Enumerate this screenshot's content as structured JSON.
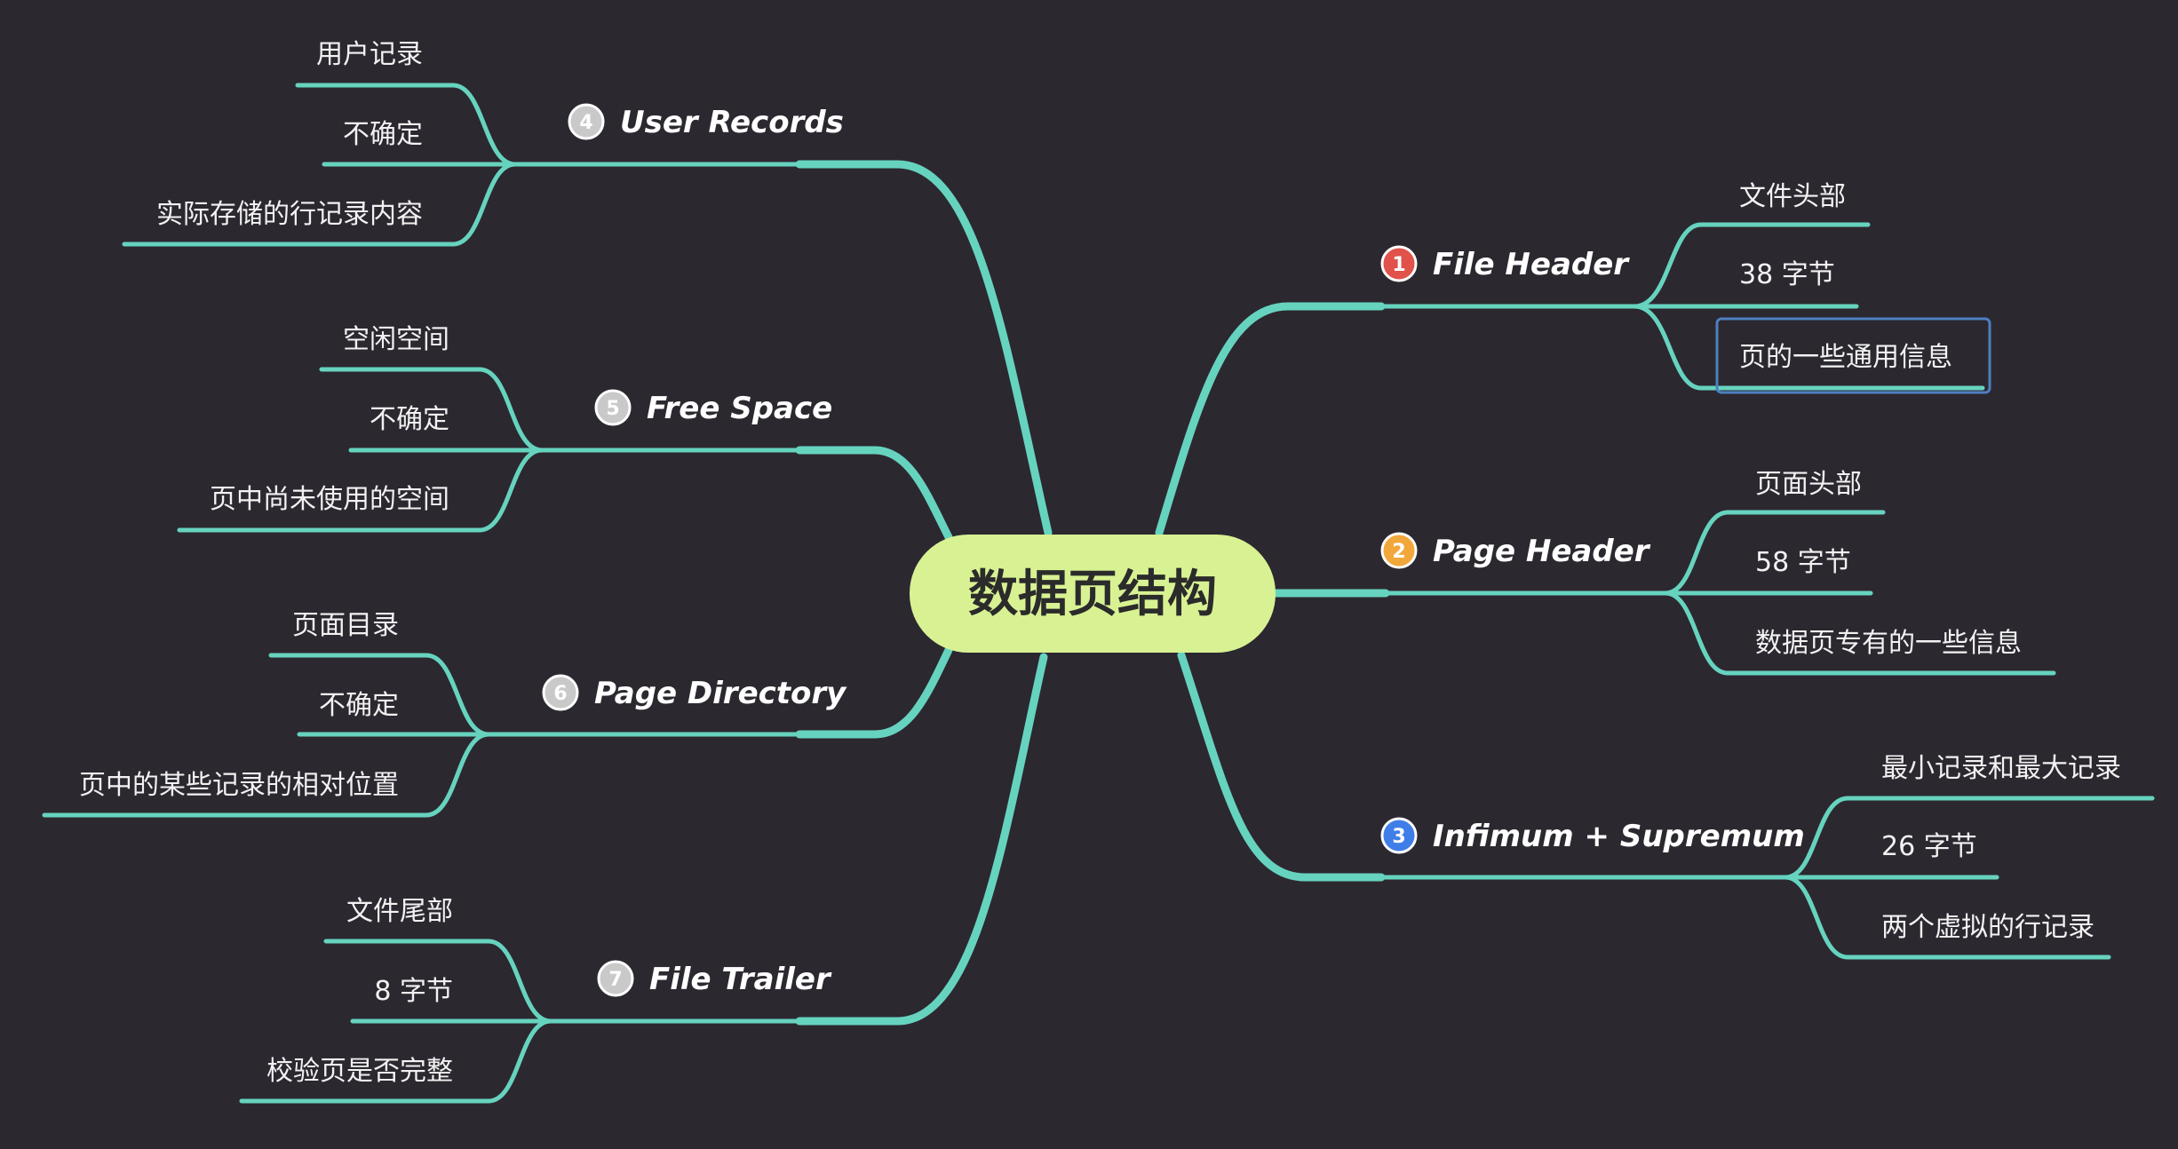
{
  "root": {
    "label": "数据页结构",
    "color": "#d8f293"
  },
  "accent_color": "#66d3bf",
  "topics": [
    {
      "num": "1",
      "label": "File Header",
      "badge_color": "#e0524a",
      "children": [
        "文件头部",
        "38 字节",
        "页的一些通用信息"
      ],
      "selected_child": 2
    },
    {
      "num": "2",
      "label": "Page Header",
      "badge_color": "#f2a73b",
      "children": [
        "页面头部",
        "58 字节",
        "数据页专有的一些信息"
      ]
    },
    {
      "num": "3",
      "label": "Infimum + Supremum",
      "badge_color": "#3f7ee8",
      "children": [
        "最小记录和最大记录",
        "26 字节",
        "两个虚拟的行记录"
      ]
    },
    {
      "num": "4",
      "label": "User Records",
      "badge_color": "#c9c9c9",
      "children": [
        "用户记录",
        "不确定",
        "实际存储的行记录内容"
      ]
    },
    {
      "num": "5",
      "label": "Free Space",
      "badge_color": "#c9c9c9",
      "children": [
        "空闲空间",
        "不确定",
        "页中尚未使用的空间"
      ]
    },
    {
      "num": "6",
      "label": "Page Directory",
      "badge_color": "#c9c9c9",
      "children": [
        "页面目录",
        "不确定",
        "页中的某些记录的相对位置"
      ]
    },
    {
      "num": "7",
      "label": "File Trailer",
      "badge_color": "#c9c9c9",
      "children": [
        "文件尾部",
        "8 字节",
        "校验页是否完整"
      ]
    }
  ]
}
